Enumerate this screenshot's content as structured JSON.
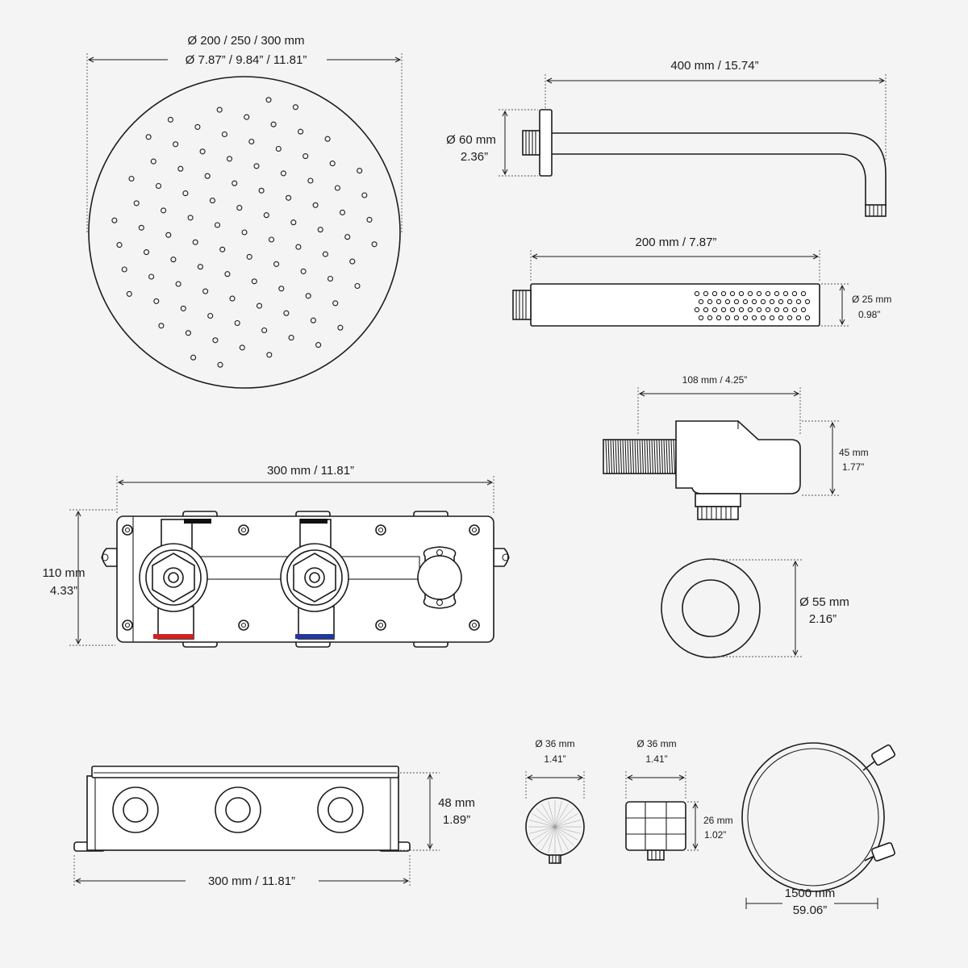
{
  "labels": {
    "rain_head_d_mm": "Ø 200 / 250 / 300 mm",
    "rain_head_d_in": "Ø 7.87” / 9.84” / 11.81”",
    "arm_length": "400 mm / 15.74”",
    "arm_flange_mm": "Ø 60 mm",
    "arm_flange_in": "2.36”",
    "hand_length": "200 mm / 7.87”",
    "hand_d_mm": "Ø 25 mm",
    "hand_d_in": "0.98”",
    "elbow_length": "108 mm / 4.25”",
    "elbow_h_mm": "45 mm",
    "elbow_h_in": "1.77”",
    "valve_width": "300 mm / 11.81”",
    "valve_h_mm": "110 mm",
    "valve_h_in": "4.33”",
    "rosette_d_mm": "Ø 55 mm",
    "rosette_d_in": "2.16”",
    "trim_h_mm": "48 mm",
    "trim_h_in": "1.89”",
    "trim_width": "300 mm / 11.81”",
    "knob_a_d_mm": "Ø 36 mm",
    "knob_a_d_in": "1.41”",
    "knob_b_d_mm": "Ø 36 mm",
    "knob_b_d_in": "1.41”",
    "knob_b_h_mm": "26 mm",
    "knob_b_h_in": "1.02”",
    "hose_len_mm": "1500 mm",
    "hose_len_in": "59.06”"
  },
  "colors": {
    "line": "#1c1c1c",
    "background": "#f4f4f4",
    "hot": "#d32121",
    "cold": "#23369a",
    "marker_black": "#111111"
  }
}
